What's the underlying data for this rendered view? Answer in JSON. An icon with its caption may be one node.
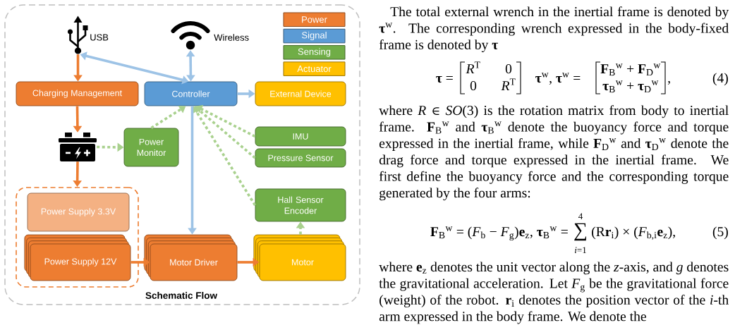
{
  "diagram": {
    "nodes": [
      {
        "text": [
          "Schematic Flow"
        ]
      },
      {
        "text": [],
        "shape": "picture",
        "beside": [
          "USB"
        ],
        "in": 0
      },
      {
        "text": [],
        "shape": "picture",
        "beside": [
          "Wireless"
        ],
        "in": 0
      },
      {
        "text": [
          "Charging Management"
        ],
        "in": 0
      },
      {
        "text": [
          "Controller"
        ],
        "in": 0
      },
      {
        "text": [
          "External Device"
        ],
        "in": 0
      },
      {
        "text": [],
        "shape": "picture",
        "in": 0
      },
      {
        "text": [
          "Power Monitor"
        ],
        "in": 0
      },
      {
        "text": [
          "IMU"
        ],
        "in": 0
      },
      {
        "text": [
          "Pressure Sensor"
        ],
        "in": 0
      },
      {
        "text": [
          "Hall Sensor Encoder"
        ],
        "in": 0
      },
      {
        "text": [],
        "shape": "box",
        "in": 0
      },
      {
        "text": [
          "Power Supply 3.3V"
        ],
        "in": 11
      },
      {
        "text": [
          "Power Supply 12V"
        ],
        "in": 11
      },
      {
        "text": [
          "Motor Driver"
        ],
        "in": 0
      },
      {
        "text": [
          "Motor"
        ],
        "in": 0
      }
    ],
    "edges": [
      {
        "from": 1,
        "to": 3,
        "arrow": "to",
        "color": "#ed7d31"
      },
      {
        "from": 1,
        "to": 4,
        "arrow": "both",
        "color": "#9dc3e6"
      },
      {
        "from": 2,
        "to": 4,
        "arrow": "both",
        "color": "#9dc3e6"
      },
      {
        "from": 4,
        "to": 5,
        "arrow": "to",
        "color": "#9dc3e6"
      },
      {
        "from": 3,
        "to": 6,
        "arrow": "to",
        "color": "#ed7d31"
      },
      {
        "from": 6,
        "to": 7,
        "arrow": "to",
        "style": "dashed",
        "color": "#a9d18e"
      },
      {
        "from": 7,
        "to": 4,
        "arrow": "to",
        "style": "dashed",
        "color": "#a9d18e"
      },
      {
        "from": 8,
        "to": 4,
        "arrow": "to",
        "style": "dashed",
        "color": "#a9d18e"
      },
      {
        "from": 9,
        "to": 4,
        "arrow": "to",
        "style": "dashed",
        "color": "#a9d18e"
      },
      {
        "from": 10,
        "to": 4,
        "arrow": "to",
        "style": "dashed",
        "color": "#a9d18e"
      },
      {
        "from": 6,
        "to": 11,
        "arrow": "to",
        "color": "#ed7d31"
      },
      {
        "from": 4,
        "to": 14,
        "arrow": "to",
        "color": "#9dc3e6"
      },
      {
        "from": 13,
        "to": 14,
        "arrow": "to",
        "color": "#ed7d31"
      },
      {
        "from": 14,
        "to": 15,
        "arrow": "to",
        "color": "#ed7d31"
      },
      {
        "from": 15,
        "to": 10,
        "arrow": "to",
        "style": "dashed",
        "color": "#a9d18e"
      }
    ],
    "labels": [
      "The total external wrench in the inertial frame is denoted by **τ**$^{w}$. The corresponding wrench expressed in the body-fixed frame is denoted by **τ**",
      "**τ** =",
      "*R*$^{T}$",
      "0",
      "0",
      "*R*$^{T}$",
      "**τ**$^{w}$, **τ**$^{w}$ =",
      "**F**$_{B}$$^{w}$ + **F**$_{D}$$^{w}$",
      "**τ**$_{B}$$^{w}$ + **τ**$_{D}$$^{w}$",
      ",",
      "(4)",
      "where *R* ∈ *SO*(3) is the rotation matrix from body to inertial frame. **F**$_{B}$$^{w}$ and **τ**$_{B}$$^{w}$ denote the buoyancy force and torque expressed in the inertial frame, while **F**$_{D}$$^{w}$ and **τ**$_{D}$$^{w}$ denote the drag force and torque expressed in the inertial frame. We first define the buoyancy force and the corresponding torque generated by the four arms:",
      "**F**$_{B}$$^{w}$ = (*F*$_{b}$ − *F*$_{g}$)**e**$_{z}$, **τ**$_{B}$$^{w}$ =",
      "4",
      "∑",
      "*i*=1",
      "(R**r**$_{i}$) × (*F*$_{b,i}$**e**$_{z}$),",
      "(5)",
      "where **e**$_{z}$ denotes the unit vector along the *z*-axis, and *g* denotes the gravitational acceleration. Let *F*$_{g}$ be the gravitational force (weight) of the robot. **r**$_{i}$ denotes the position vector of the *i*-th arm expressed in the body frame. We denote the"
    ],
    "legend": [
      {
        "text": "Power",
        "color": "#ed7d31"
      },
      {
        "text": "Signal",
        "color": "#5b9bd5"
      },
      {
        "text": "Sensing",
        "color": "#70ad47"
      },
      {
        "text": "Actuator",
        "color": "#ffc000"
      }
    ]
  }
}
